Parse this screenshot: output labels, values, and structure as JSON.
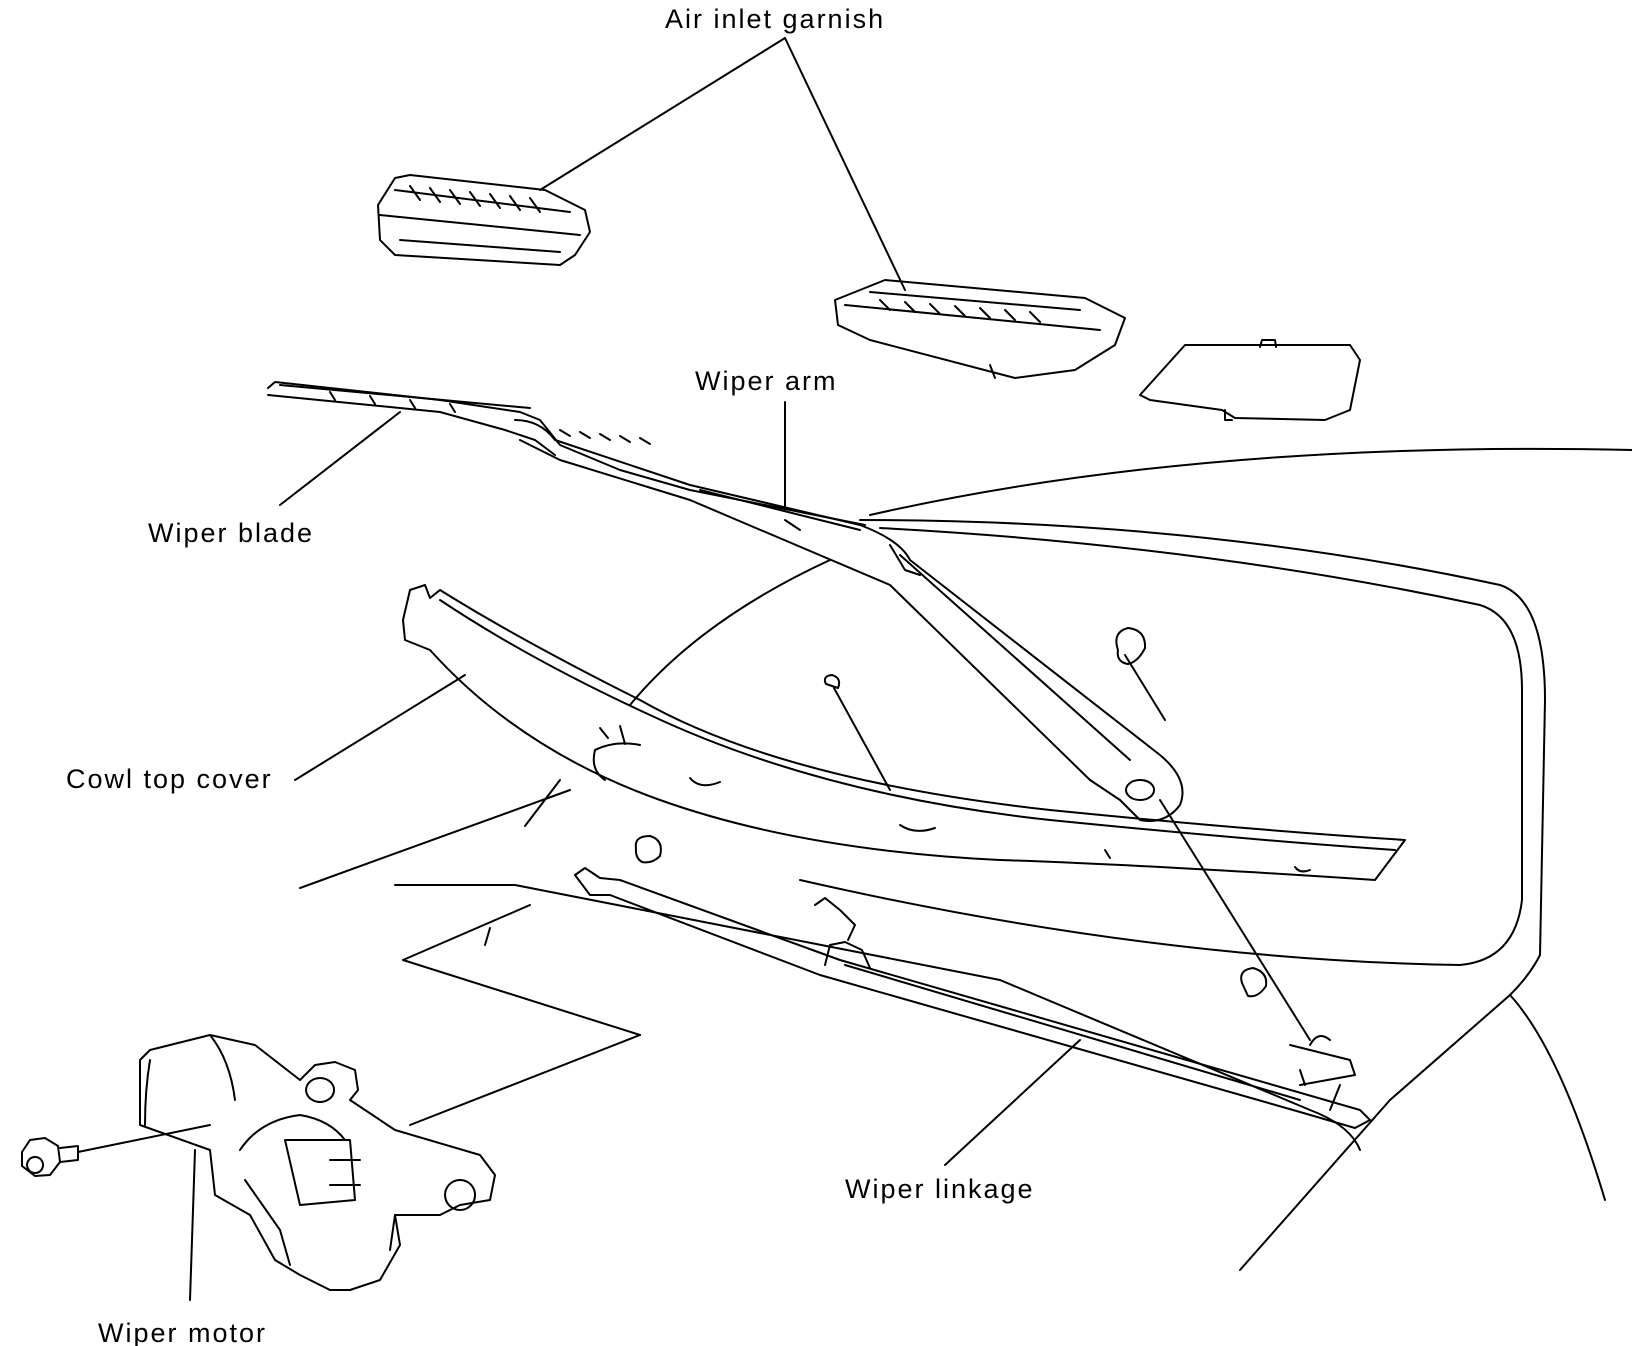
{
  "labels": {
    "air_inlet_garnish": "Air inlet garnish",
    "wiper_arm": "Wiper arm",
    "wiper_blade": "Wiper blade",
    "cowl_top_cover": "Cowl top cover",
    "wiper_linkage": "Wiper linkage",
    "wiper_motor": "Wiper motor"
  },
  "colors": {
    "ink": "#000000",
    "paper": "#ffffff"
  }
}
